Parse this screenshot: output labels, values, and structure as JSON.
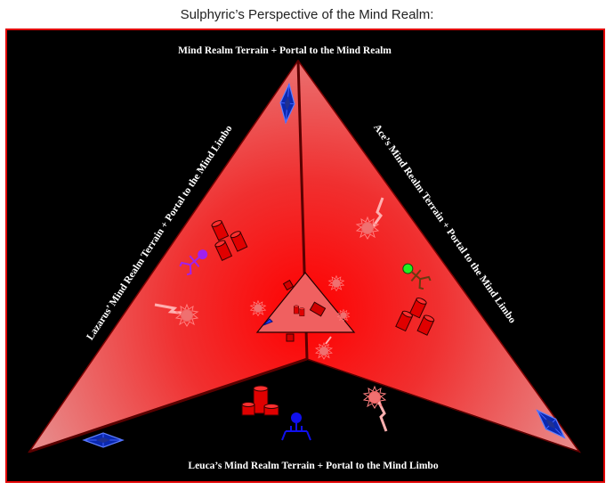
{
  "title": "Sulphyric’s Perspective of the Mind Realm:",
  "labels": {
    "top": "Mind Realm Terrain + Portal to the Mind Realm",
    "left": "Lazarus’ Mind Realm Terrain + Portal to the Mind Limbo",
    "right": "Ace’s Mind Realm Terrain + Portal to the Mind Limbo",
    "bottom": "Leuca’s Mind Realm Terrain + Portal to the Mind Limbo"
  },
  "colors": {
    "frame_border": "#e00000",
    "background": "#000000",
    "region_center": "#ff0000",
    "region_edge": "#e06a6a",
    "portal": "#1030d0",
    "lazarus": "#a020f0",
    "ace": "#22cc22",
    "leuca": "#1010ee"
  },
  "icons": [
    "portal-crystal-icon",
    "barrel-cluster-icon",
    "spiked-mine-icon",
    "stick-figure-icon"
  ]
}
